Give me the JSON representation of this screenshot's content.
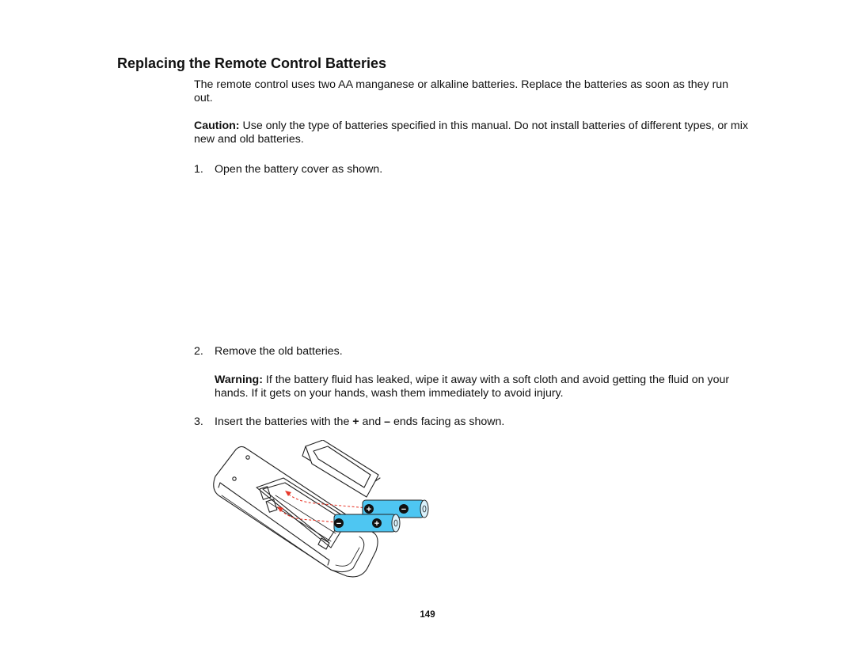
{
  "section": {
    "title": "Replacing the Remote Control Batteries"
  },
  "intro": "The remote control uses two AA manganese or alkaline batteries. Replace the batteries as soon as they run out.",
  "caution": {
    "label": "Caution:",
    "text": " Use only the type of batteries specified in this manual. Do not install batteries of different types, or mix new and old batteries."
  },
  "steps": [
    {
      "number": "1.",
      "text": "Open the battery cover as shown."
    },
    {
      "number": "2.",
      "text": "Remove the old batteries."
    },
    {
      "number": "3.",
      "text_before": "Insert the batteries with the ",
      "plus": "+",
      "text_mid": " and ",
      "minus": "–",
      "text_after": " ends facing as shown."
    }
  ],
  "warning": {
    "label": "Warning:",
    "text": " If the battery fluid has leaked, wipe it away with a soft cloth and avoid getting the fluid on your hands. If it gets on your hands, wash them immediately to avoid injury."
  },
  "illustration": {
    "battery_color": "#4ec6f2",
    "arrow_color": "#e8392b",
    "plus_symbol": "+",
    "minus_symbol": "−"
  },
  "footer": {
    "page_number": "149"
  }
}
